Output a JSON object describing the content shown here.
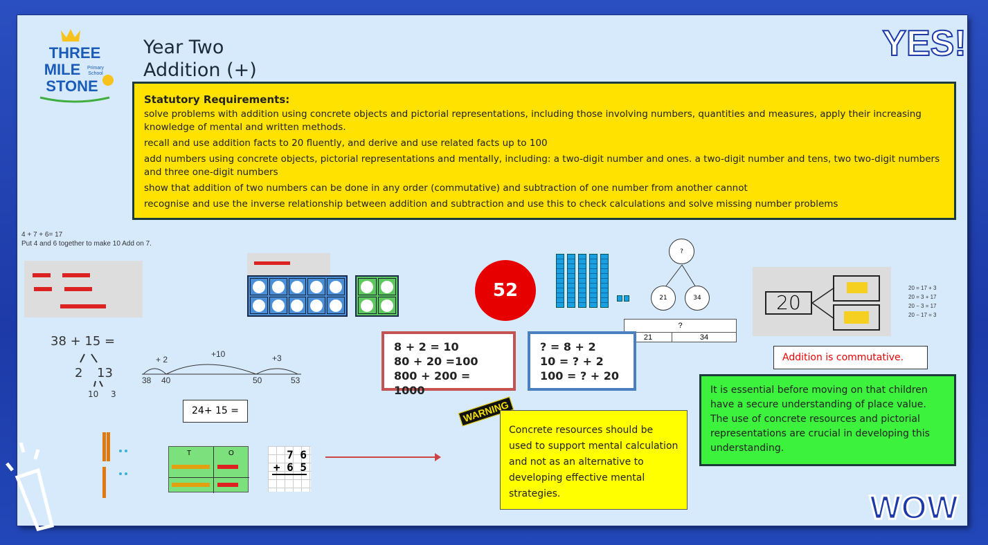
{
  "header": {
    "title_line1": "Year Two",
    "title_line2": "Addition (+)",
    "logo_text": "THREE MILE STONE Primary School",
    "badge_yes": "YES!",
    "badge_wow": "WOW"
  },
  "requirements": {
    "heading": "Statutory Requirements:",
    "items": [
      "solve problems with addition using concrete objects and pictorial representations, including those involving numbers, quantities and measures, apply their increasing knowledge of mental and written methods.",
      "recall and use addition facts to 20 fluently, and derive and use related facts up to 100",
      "add numbers using concrete objects, pictorial representations and mentally, including: a two-digit number and ones. a two-digit number and tens, two two-digit numbers and three one-digit numbers",
      "show that addition of two numbers can be done in any order (commutative) and subtraction of one number from another cannot",
      "recognise and use the inverse relationship between addition and subtraction and use this to check calculations and solve missing number problems"
    ]
  },
  "examples": {
    "bead_eq": "4 + 7 + 6= 17",
    "bead_note": "Put 4 and 6 together to make 10  Add on 7.",
    "partition": {
      "eq": "38 + 15  =",
      "a": "2",
      "b": "13",
      "c": "10",
      "d": "3"
    },
    "numberline": {
      "jumps": [
        "+ 2",
        "+10",
        "+3"
      ],
      "points": [
        "38",
        "40",
        "50",
        "53"
      ]
    },
    "sum_box": "24+ 15 =",
    "circle_number": "52",
    "bond_box": [
      "8 + 2 = 10",
      "80 + 20  =100",
      "800 + 200 = 1000"
    ],
    "missing_box": [
      "? = 8 + 2",
      "10 = ? + 2",
      "100 = ? + 20"
    ],
    "part_whole": {
      "top": "?",
      "left": "21",
      "right": "34"
    },
    "bar_model": {
      "top": "?",
      "left": "21",
      "right": "34"
    },
    "column": {
      "tens_header": "T",
      "ones_header": "O",
      "row1": "7 6",
      "row2": "+ 6 5"
    },
    "twenty": {
      "number": "20",
      "facts": [
        "20 = 17 + 3",
        "20 = 3 + 17",
        "20 − 3 = 17",
        "20 − 17 = 3"
      ]
    },
    "commutative": "Addition is commutative.",
    "warning_label": "WARNING",
    "warning_text": "Concrete resources should be used to support mental calculation and not as an alternative to developing effective mental strategies.",
    "green_note": "It is essential before moving on that children have a secure understanding of place value. The use of concrete resources and pictorial representations are crucial in developing this understanding."
  },
  "colors": {
    "accent_yellow": "#ffe200",
    "red": "#e60000",
    "green": "#3cf23c",
    "eq_border": "#c65353",
    "missing_border": "#4a7fc0"
  }
}
